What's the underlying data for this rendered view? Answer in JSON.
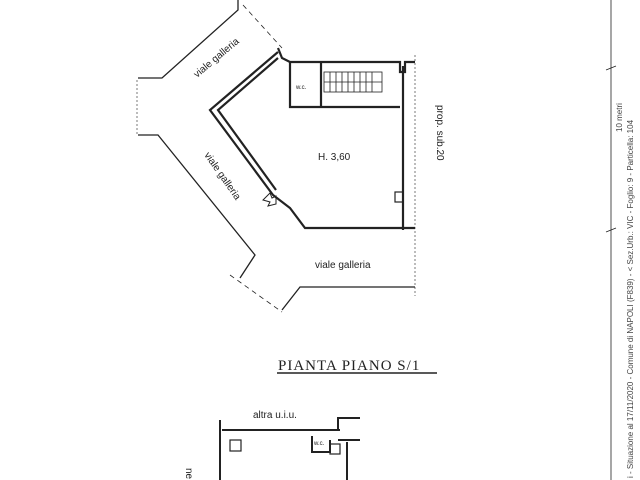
{
  "plan": {
    "street_labels": [
      "viale galleria",
      "viale galleria",
      "viale galleria"
    ],
    "room_height": "H. 3,60",
    "wc_label": "w.c.",
    "neighbor_label": "prop. sub.20",
    "floor_title": "PIANTA PIANO S/1",
    "lower_neighbor_label": "altra u.i.u.",
    "lower_wc_label": "w.c.",
    "lower_side_label": "ne"
  },
  "margin": {
    "scale_label": "10 metri",
    "info_text": "i - Situazione al 17/11/2020 - Comune di NAPOLI (F839) - < Sez.Urb.: VIC - Foglio: 9 - Particella: 104"
  }
}
